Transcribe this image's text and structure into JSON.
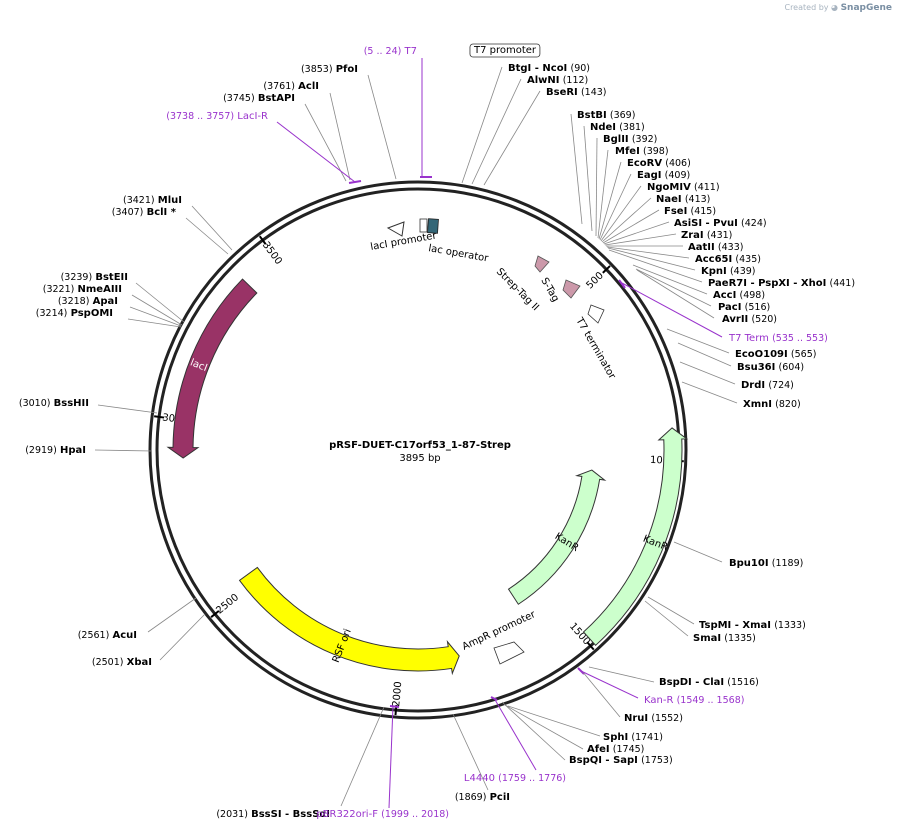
{
  "credit": {
    "prefix": "Created by",
    "brand": "SnapGene"
  },
  "plasmid": {
    "name": "pRSF-DUET-C17orf53_1-87-Strep",
    "length_label": "3895 bp",
    "length": 3895
  },
  "ticks": [
    {
      "value": 500,
      "label": "500"
    },
    {
      "value": 1000,
      "label": "1000"
    },
    {
      "value": 1500,
      "label": "1500"
    },
    {
      "value": 2000,
      "label": "2000"
    },
    {
      "value": 2500,
      "label": "2500"
    },
    {
      "value": 3000,
      "label": "3000"
    },
    {
      "value": 3500,
      "label": "3500"
    }
  ],
  "colors": {
    "lacI": "#993366",
    "KanR": "#ccffcc",
    "RSF_ori": "#ffff00",
    "primer": "#9933cc",
    "promoter": "#ffffff",
    "tag": "#cc99aa",
    "operator": "#336677"
  },
  "features": [
    {
      "name": "lacI",
      "start": 3400,
      "end": 2900,
      "color": "#993366",
      "radius": 235,
      "width": 20,
      "label": "lacI",
      "label_color": "#ffffff"
    },
    {
      "name": "KanR",
      "start": 1490,
      "end": 920,
      "color": "#ccffcc",
      "radius": 255,
      "width": 18,
      "label": "KanR",
      "label_color": "#000000"
    },
    {
      "name": "KanR",
      "start": 1590,
      "end": 1045,
      "color": "#ccffcc",
      "radius": 175,
      "width": 18,
      "label": "KanR",
      "label_color": "#000000"
    },
    {
      "name": "RSF ori",
      "start": 2530,
      "end": 1825,
      "color": "#ffff00",
      "radius": 210,
      "width": 22,
      "label": "RSF ori",
      "label_color": "#000000"
    }
  ],
  "small_features": [
    {
      "name": "lacI promoter",
      "label": "lacI promoter"
    },
    {
      "name": "lac operator",
      "label": "lac operator"
    },
    {
      "name": "Strep-Tag II",
      "label": "Strep-Tag II"
    },
    {
      "name": "S-Tag",
      "label": "S-Tag"
    },
    {
      "name": "T7 terminator",
      "label": "T7 terminator"
    },
    {
      "name": "AmpR promoter",
      "label": "AmpR promoter"
    },
    {
      "name": "T7 promoter",
      "label": "T7 promoter"
    }
  ],
  "primers": [
    {
      "name": "T7",
      "range": "(5 .. 24)"
    },
    {
      "name": "LacI-R",
      "range": "(3738 .. 3757)"
    },
    {
      "name": "T7 Term",
      "range": "(535 .. 553)"
    },
    {
      "name": "Kan-R",
      "range": "(1549 .. 1568)"
    },
    {
      "name": "L4440",
      "range": "(1759 .. 1776)"
    },
    {
      "name": "pBR322ori-F",
      "range": "(1999 .. 2018)"
    }
  ],
  "enzymes": [
    {
      "name": "PfoI",
      "pos": "(3853)"
    },
    {
      "name": "AclI",
      "pos": "(3761)"
    },
    {
      "name": "BstAPI",
      "pos": "(3745)"
    },
    {
      "name": "MluI",
      "pos": "(3421)"
    },
    {
      "name": "BclI *",
      "pos": "(3407)"
    },
    {
      "name": "BstEII",
      "pos": "(3239)"
    },
    {
      "name": "NmeAIII",
      "pos": "(3221)"
    },
    {
      "name": "ApaI",
      "pos": "(3218)"
    },
    {
      "name": "PspOMI",
      "pos": "(3214)"
    },
    {
      "name": "BssHII",
      "pos": "(3010)"
    },
    {
      "name": "HpaI",
      "pos": "(2919)"
    },
    {
      "name": "AcuI",
      "pos": "(2561)"
    },
    {
      "name": "XbaI",
      "pos": "(2501)"
    },
    {
      "name": "BssSI  - BssSαI",
      "pos": "(2031)"
    },
    {
      "name": "PciI",
      "pos": "(1869)"
    },
    {
      "name": "BspQI  - SapI",
      "pos": "(1753)"
    },
    {
      "name": "AfeI",
      "pos": "(1745)"
    },
    {
      "name": "SphI",
      "pos": "(1741)"
    },
    {
      "name": "NruI",
      "pos": "(1552)"
    },
    {
      "name": "BspDI  - ClaI",
      "pos": "(1516)"
    },
    {
      "name": "SmaI",
      "pos": "(1335)"
    },
    {
      "name": "TspMI  - XmaI",
      "pos": "(1333)"
    },
    {
      "name": "Bpu10I",
      "pos": "(1189)"
    },
    {
      "name": "XmnI",
      "pos": "(820)"
    },
    {
      "name": "DrdI",
      "pos": "(724)"
    },
    {
      "name": "Bsu36I",
      "pos": "(604)"
    },
    {
      "name": "EcoO109I",
      "pos": "(565)"
    },
    {
      "name": "AvrII",
      "pos": "(520)"
    },
    {
      "name": "PacI",
      "pos": "(516)"
    },
    {
      "name": "AccI",
      "pos": "(498)"
    },
    {
      "name": "PaeR7I  - PspXI  - XhoI",
      "pos": "(441)"
    },
    {
      "name": "KpnI",
      "pos": "(439)"
    },
    {
      "name": "Acc65I",
      "pos": "(435)"
    },
    {
      "name": "AatII",
      "pos": "(433)"
    },
    {
      "name": "ZraI",
      "pos": "(431)"
    },
    {
      "name": "AsiSI  - PvuI",
      "pos": "(424)"
    },
    {
      "name": "FseI",
      "pos": "(415)"
    },
    {
      "name": "NaeI",
      "pos": "(413)"
    },
    {
      "name": "NgoMIV",
      "pos": "(411)"
    },
    {
      "name": "EagI",
      "pos": "(409)"
    },
    {
      "name": "EcoRV",
      "pos": "(406)"
    },
    {
      "name": "MfeI",
      "pos": "(398)"
    },
    {
      "name": "BglII",
      "pos": "(392)"
    },
    {
      "name": "NdeI",
      "pos": "(381)"
    },
    {
      "name": "BstBI",
      "pos": "(369)"
    },
    {
      "name": "BseRI",
      "pos": "(143)"
    },
    {
      "name": "AlwNI",
      "pos": "(112)"
    },
    {
      "name": "BtgI  - NcoI",
      "pos": "(90)"
    }
  ]
}
